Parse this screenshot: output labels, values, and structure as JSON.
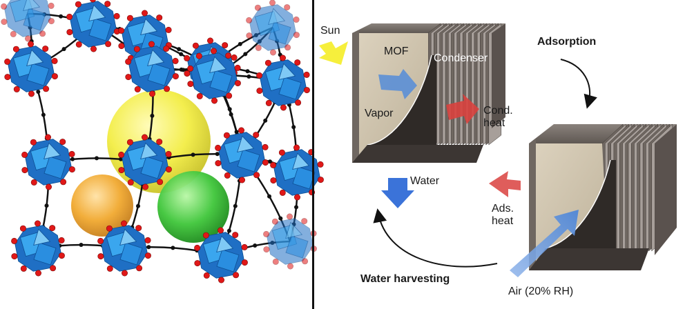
{
  "figure": {
    "left_panel": {
      "description_icon": "mof-crystal-structure",
      "pore_colors": [
        "#f2ec3a",
        "#3fc63a",
        "#f0a424"
      ],
      "polyhedra_color": "#2a8ee0",
      "oxygen_color": "#e01818",
      "carbon_color": "#111111"
    },
    "right_panel": {
      "labels": {
        "sun": "Sun",
        "mof": "MOF",
        "condenser": "Condenser",
        "adsorption": "Adsorption",
        "vapor": "Vapor",
        "cond_heat_line1": "Cond.",
        "cond_heat_line2": "heat",
        "water": "Water",
        "ads_heat_line1": "Ads.",
        "ads_heat_line2": "heat",
        "water_harvesting": "Water harvesting",
        "air": "Air (20% RH)"
      },
      "colors": {
        "sun_arrow": "#f6ef3c",
        "vapor_arrow": "#5b8fd6",
        "heat_arrow": "#d9413e",
        "water_arrow": "#3b73d9",
        "air_arrow": "#6a9be0",
        "mof_fill": "#cfc4ad",
        "fin_dark": "#5a524e",
        "fin_light": "#a79f9a"
      }
    }
  }
}
